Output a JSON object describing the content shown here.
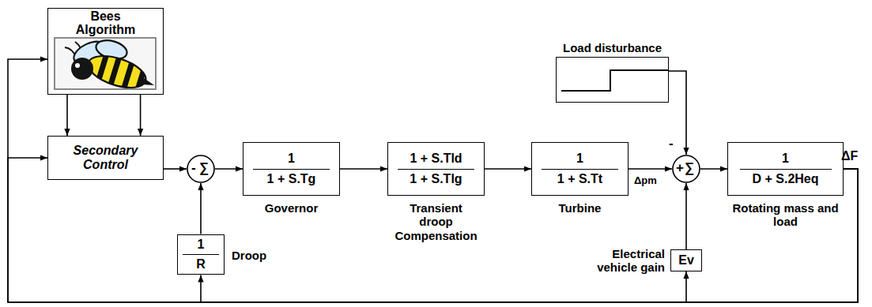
{
  "diagram": {
    "nodes": [
      {
        "text": [
          "Bees Algorithm"
        ]
      },
      {
        "text": [
          "Secondary Control"
        ]
      },
      {
        "text": [
          "-",
          "∑"
        ]
      },
      {
        "text": [
          "1",
          "1 + S.Tg",
          "Governor"
        ]
      },
      {
        "text": [
          "1 + S.Tld",
          "1 + S.Tlg",
          "Transient droop Compensation"
        ]
      },
      {
        "text": [
          "1",
          "1 + S.Tt",
          "Turbine"
        ]
      },
      {
        "text": [
          "Load disturbance"
        ]
      },
      {
        "text": [
          "+",
          "∑",
          "-"
        ]
      },
      {
        "text": [
          "1",
          "D + S.2Heq",
          "Rotating mass and load"
        ]
      },
      {
        "text": [
          "1",
          "R",
          "Droop"
        ]
      },
      {
        "text": [
          "Ev",
          "Electrical vehicle gain"
        ]
      }
    ],
    "edges": [
      {
        "from": 0,
        "to": 1,
        "arrow": "to"
      },
      {
        "from": 0,
        "to": 1,
        "arrow": "to"
      },
      {
        "from": 1,
        "to": 2,
        "arrow": "to"
      },
      {
        "from": 2,
        "to": 3,
        "arrow": "to"
      },
      {
        "from": 3,
        "to": 4,
        "arrow": "to"
      },
      {
        "from": 4,
        "to": 5,
        "arrow": "to"
      },
      {
        "from": 5,
        "to": 7,
        "label": "Δpm",
        "arrow": "to"
      },
      {
        "from": 6,
        "to": 7,
        "arrow": "to"
      },
      {
        "from": 7,
        "to": 8,
        "arrow": "to"
      },
      {
        "from": 9,
        "to": 2,
        "arrow": "to"
      },
      {
        "from": 10,
        "to": 7,
        "arrow": "to"
      },
      {
        "from": 8,
        "to": 10,
        "arrow": "to"
      },
      {
        "from": 8,
        "to": 9,
        "arrow": "to"
      },
      {
        "from": 8,
        "to": 1,
        "arrow": "to"
      },
      {
        "from": 8,
        "to": 0,
        "arrow": "to"
      }
    ],
    "labels": [
      "ΔF"
    ]
  }
}
